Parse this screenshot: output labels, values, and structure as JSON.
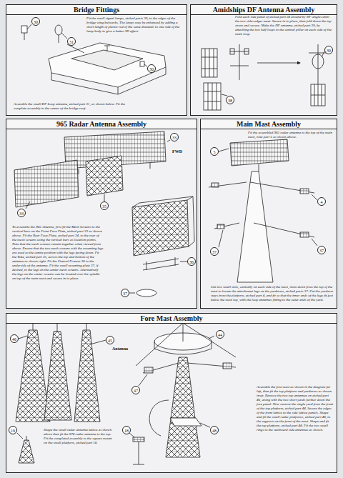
{
  "diagram": {
    "nodes": [
      {
        "text": [
          "Bridge Fittings",
          "Fit the small signal lamps, etched parts 30, to the edges of the bridge wing bulwarks. The lamps may be enhanced by adding a short length of plastic rod of the same diameter to one side of the lamp body to give a better 3D effect.",
          "Assemble the small DF Loop antenna, etched part 31, as shown below. Fit the complete assembly to the center of the bridge roof."
        ]
      },
      {
        "text": [
          "Amidships DF Antenna Assembly",
          "Fold each side panel of etched part 38 around by 90° angles until the two sides edges meet. Secure in to place, then fold down the top struts and secure. Make the DF antenna, etched part 39, by attaching the two half loops to the central pillar on each side of the main loop."
        ]
      },
      {
        "text": [
          "965 Radar Antenna Assembly",
          "To assemble the 965 Antenna, first fit the Mesh Screens to the vertical bars on the Front Face Plate, etched part 33 as shown above. Fit the Rear Face Plate, etched part 34, to the rear of the mesh screens using the vertical bars as location points. Note that the mesh screens remain together when viewed from above. Ensure that the two mesh screens with the mounting legs are used as the centre position with the legs facing down. Fit the Yoke, etched part 35, across the top and bottom of the antenna as shown right. Fit the Central Frames 36 to the underside of the antenna. Fit the small mounting plate 37, if desired, to the legs on the center mesh screens. Alternatively the legs on the center screens can be located over the spindle on top of the main mast and secure in to place."
        ]
      },
      {
        "text": [
          "Main Mast Assembly",
          "Fit the assembled 965 radar antenna to the top of the main mast, note part 5 as shown above.",
          "Cut two small slots, centrally on each side of the mast, 5mm down from the top of the mast to locate the attachment lugs on the yardarms, etched parts 37. Cut the yardarm stays from the platform, etched part 4, and fit so that the inner ends of the lugs fit just below the mast top, with the loop antennas fitting to the outer ends of the yard."
        ]
      },
      {
        "text": [
          "Fore Mast Assembly",
          "Assemble the fore mast as shown in the diagram far left, then fit the top platform and yardarms as shown inset. Remove the two top antennae on etched part 46, along with the two short yards further down the fore panel. Now remove the single yard from the front of the top platform, etched part 44. Secure the edges of the front lattice to the side lattice panels. Shape and fit the small radar platforms, etched part 48, to the supports on the front of the mast. Shape and fit the top platform, etched part 44. Fit the two small rings to the starboard side antennas as shown.",
          "Shape the small radar antenna lattice as shown above then fit the 974 radar antenna to the top. Fit the completed assembly to the square mount on the small platform, etched part 18."
        ]
      }
    ],
    "labels": [
      "30",
      "31",
      "30",
      "38",
      "39",
      "FWD",
      "33",
      "34",
      "35",
      "36",
      "37",
      "5",
      "4",
      "37",
      "37",
      "46",
      "45",
      "44",
      "47",
      "Antenna",
      "48",
      "19",
      "18"
    ]
  }
}
